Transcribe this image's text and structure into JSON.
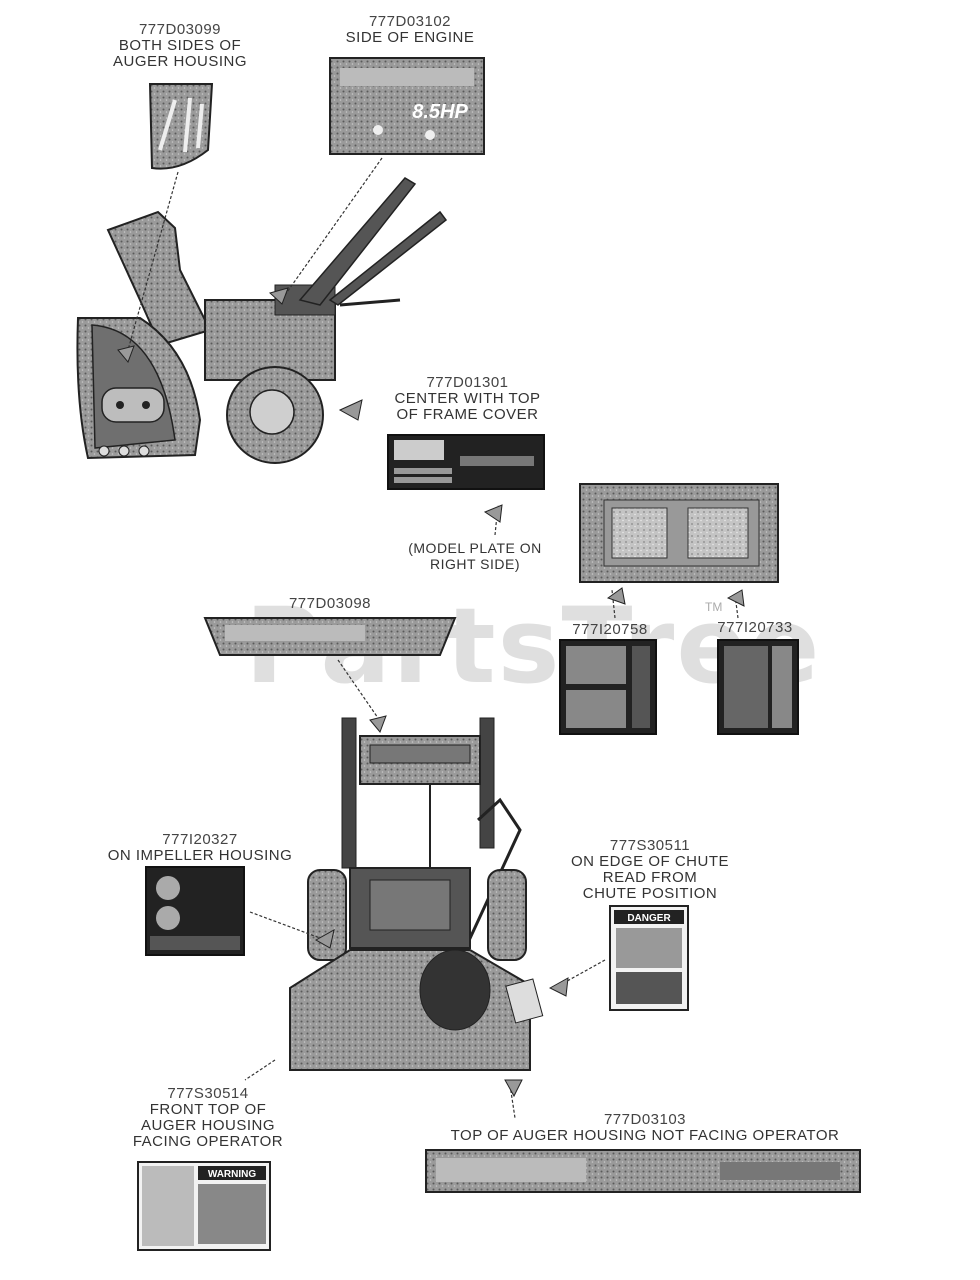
{
  "watermark": "PartsTree",
  "trademark": "TM",
  "labels": {
    "l1": {
      "part": "777D03099",
      "lines": [
        "BOTH SIDES OF",
        "AUGER HOUSING"
      ]
    },
    "l2": {
      "part": "777D03102",
      "lines": [
        "SIDE OF ENGINE"
      ]
    },
    "l3": {
      "part": "777D01301",
      "lines": [
        "CENTER WITH TOP",
        "OF FRAME COVER"
      ]
    },
    "l4": {
      "part": "",
      "lines": [
        "(MODEL PLATE ON",
        "RIGHT SIDE)"
      ]
    },
    "l5": {
      "part": "777D03098",
      "lines": []
    },
    "l6": {
      "part": "777I20758",
      "lines": []
    },
    "l7": {
      "part": "777I20733",
      "lines": []
    },
    "l8": {
      "part": "777I20327",
      "lines": [
        "ON IMPELLER HOUSING"
      ]
    },
    "l9": {
      "part": "777S30511",
      "lines": [
        "ON EDGE OF CHUTE",
        "READ FROM",
        "CHUTE POSITION"
      ]
    },
    "l10": {
      "part": "777S30514",
      "lines": [
        "FRONT TOP OF",
        "AUGER HOUSING",
        "FACING OPERATOR"
      ]
    },
    "l11": {
      "part": "777D03103",
      "lines": [
        "TOP OF AUGER HOUSING NOT FACING OPERATOR"
      ]
    }
  },
  "decal_text": {
    "engine_hp": "8.5HP",
    "danger": "DANGER",
    "warning": "WARNING"
  }
}
